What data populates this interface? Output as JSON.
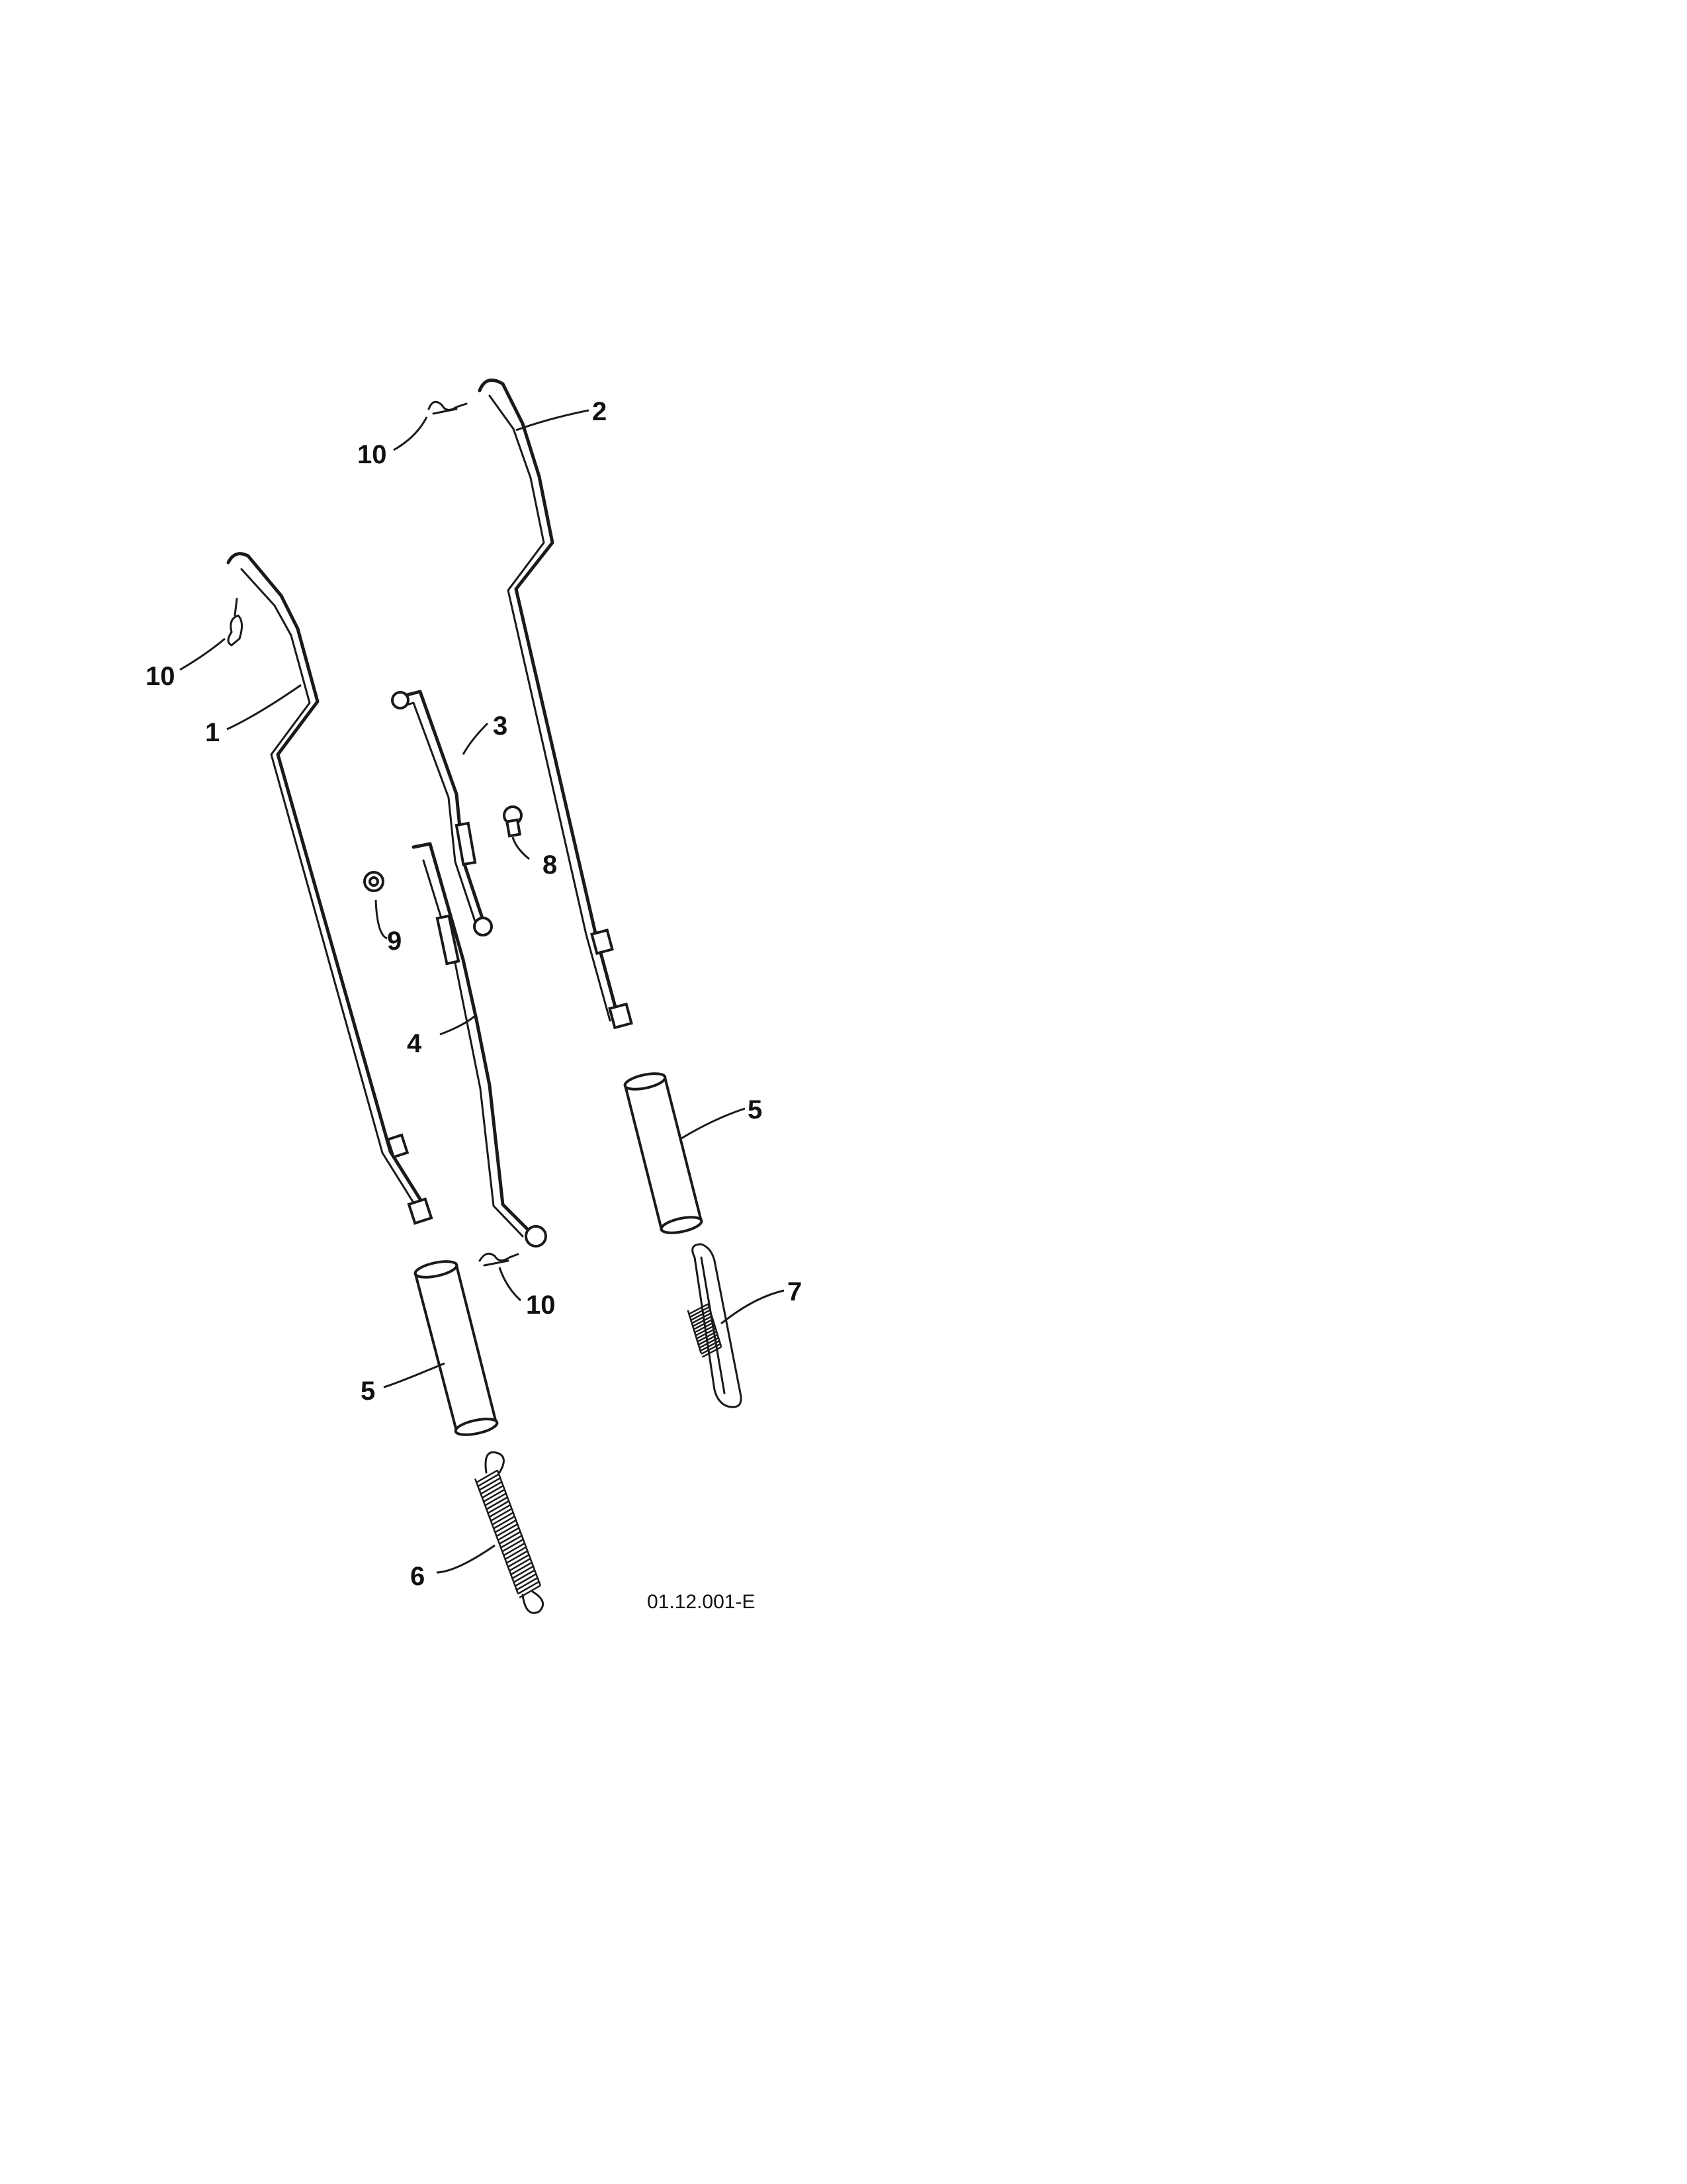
{
  "callouts": [
    {
      "id": "c1",
      "text": "1"
    },
    {
      "id": "c2",
      "text": "2"
    },
    {
      "id": "c3",
      "text": "3"
    },
    {
      "id": "c4",
      "text": "4"
    },
    {
      "id": "c5a",
      "text": "5"
    },
    {
      "id": "c5b",
      "text": "5"
    },
    {
      "id": "c6",
      "text": "6"
    },
    {
      "id": "c7",
      "text": "7"
    },
    {
      "id": "c8",
      "text": "8"
    },
    {
      "id": "c9",
      "text": "9"
    },
    {
      "id": "c10a",
      "text": "10"
    },
    {
      "id": "c10b",
      "text": "10"
    },
    {
      "id": "c10c",
      "text": "10"
    }
  ],
  "figure_code": "01.12.001-E"
}
